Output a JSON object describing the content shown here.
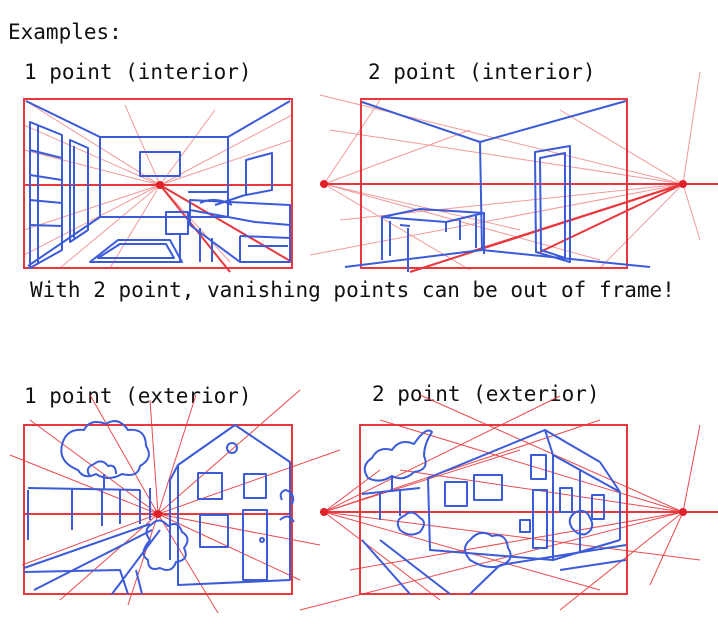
{
  "heading": "Examples:",
  "panels": {
    "one_point_interior": {
      "label": "1 point (interior)"
    },
    "two_point_interior": {
      "label": "2 point (interior)"
    },
    "one_point_exterior": {
      "label": "1 point (exterior)"
    },
    "two_point_exterior": {
      "label": "2 point (exterior)"
    }
  },
  "note": "With 2 point, vanishing points can be out of frame!",
  "colors": {
    "frame": "#e8383d",
    "horizon": "#e8383d",
    "guide": "#f29a9a",
    "sketch": "#3b5bd9",
    "vanishing_point": "#e0202a"
  }
}
